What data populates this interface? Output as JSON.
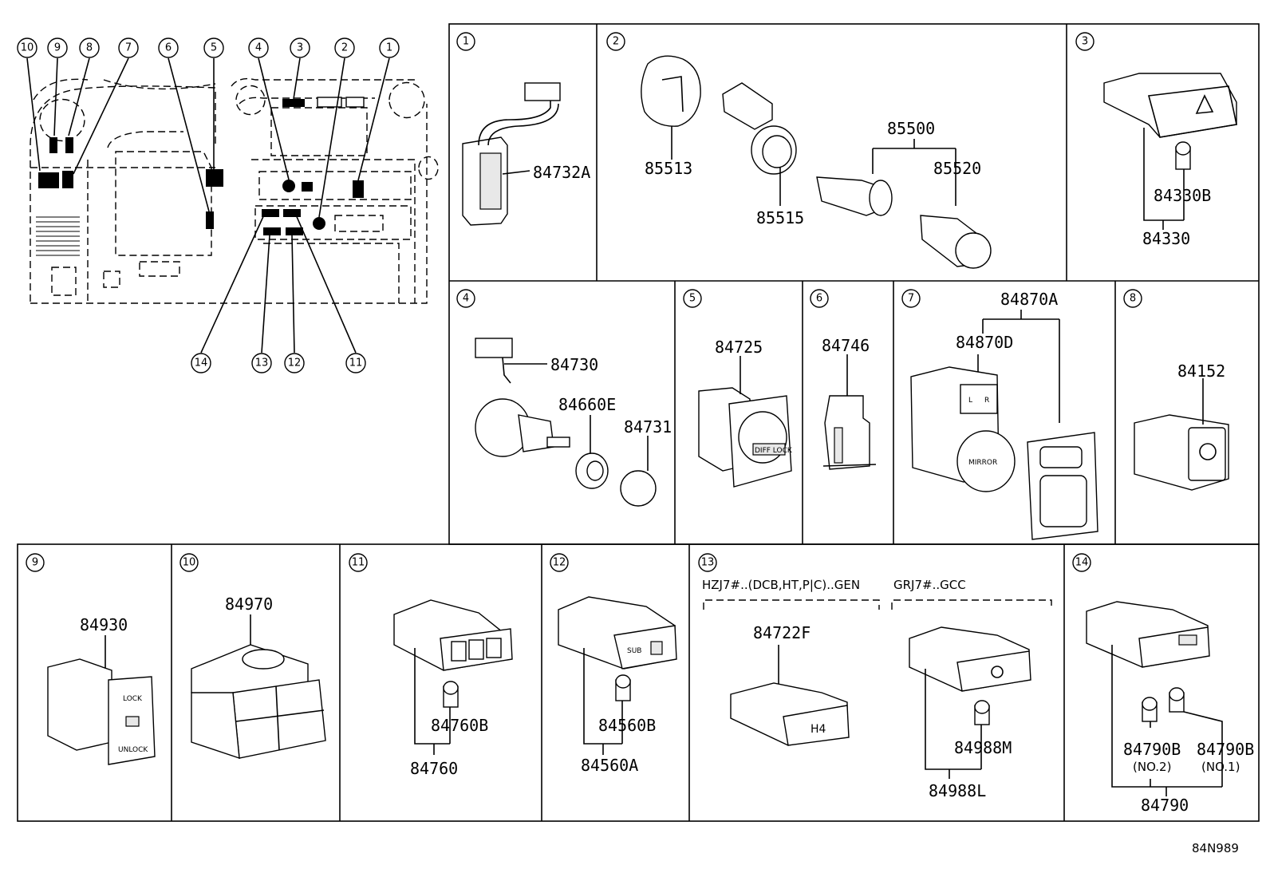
{
  "diagram_code": "84N989",
  "overview_callouts": [
    "10",
    "9",
    "8",
    "7",
    "6",
    "5",
    "4",
    "3",
    "2",
    "1",
    "14",
    "13",
    "12",
    "11"
  ],
  "panels": [
    {
      "num": "1",
      "parts": [
        "84732A"
      ]
    },
    {
      "num": "2",
      "parts": [
        "85513",
        "85515",
        "85500",
        "85520"
      ]
    },
    {
      "num": "3",
      "parts": [
        "84330B",
        "84330"
      ]
    },
    {
      "num": "4",
      "parts": [
        "84730",
        "84660E",
        "84731"
      ]
    },
    {
      "num": "5",
      "parts": [
        "84725"
      ]
    },
    {
      "num": "6",
      "parts": [
        "84746"
      ]
    },
    {
      "num": "7",
      "parts": [
        "84870A",
        "84870D"
      ]
    },
    {
      "num": "8",
      "parts": [
        "84152"
      ]
    },
    {
      "num": "9",
      "parts": [
        "84930"
      ]
    },
    {
      "num": "10",
      "parts": [
        "84970"
      ]
    },
    {
      "num": "11",
      "parts": [
        "84760B",
        "84760"
      ]
    },
    {
      "num": "12",
      "parts": [
        "84560B",
        "84560A"
      ]
    },
    {
      "num": "13",
      "parts": [
        "84722F",
        "84988M",
        "84988L"
      ],
      "variants": [
        "HZJ7#..(DCB,HT,P|C)..GEN",
        "GRJ7#..GCC"
      ]
    },
    {
      "num": "14",
      "parts": [
        "84790B",
        "84790B",
        "84790"
      ],
      "notes": [
        "(NO.2)",
        "(NO.1)"
      ]
    }
  ],
  "switch_text": {
    "lock": "LOCK",
    "unlock": "UNLOCK",
    "sub": "SUB",
    "h4": "H4",
    "mirror": "MIRROR",
    "l": "L",
    "r": "R",
    "diff_lock": "DIFF LOCK"
  }
}
